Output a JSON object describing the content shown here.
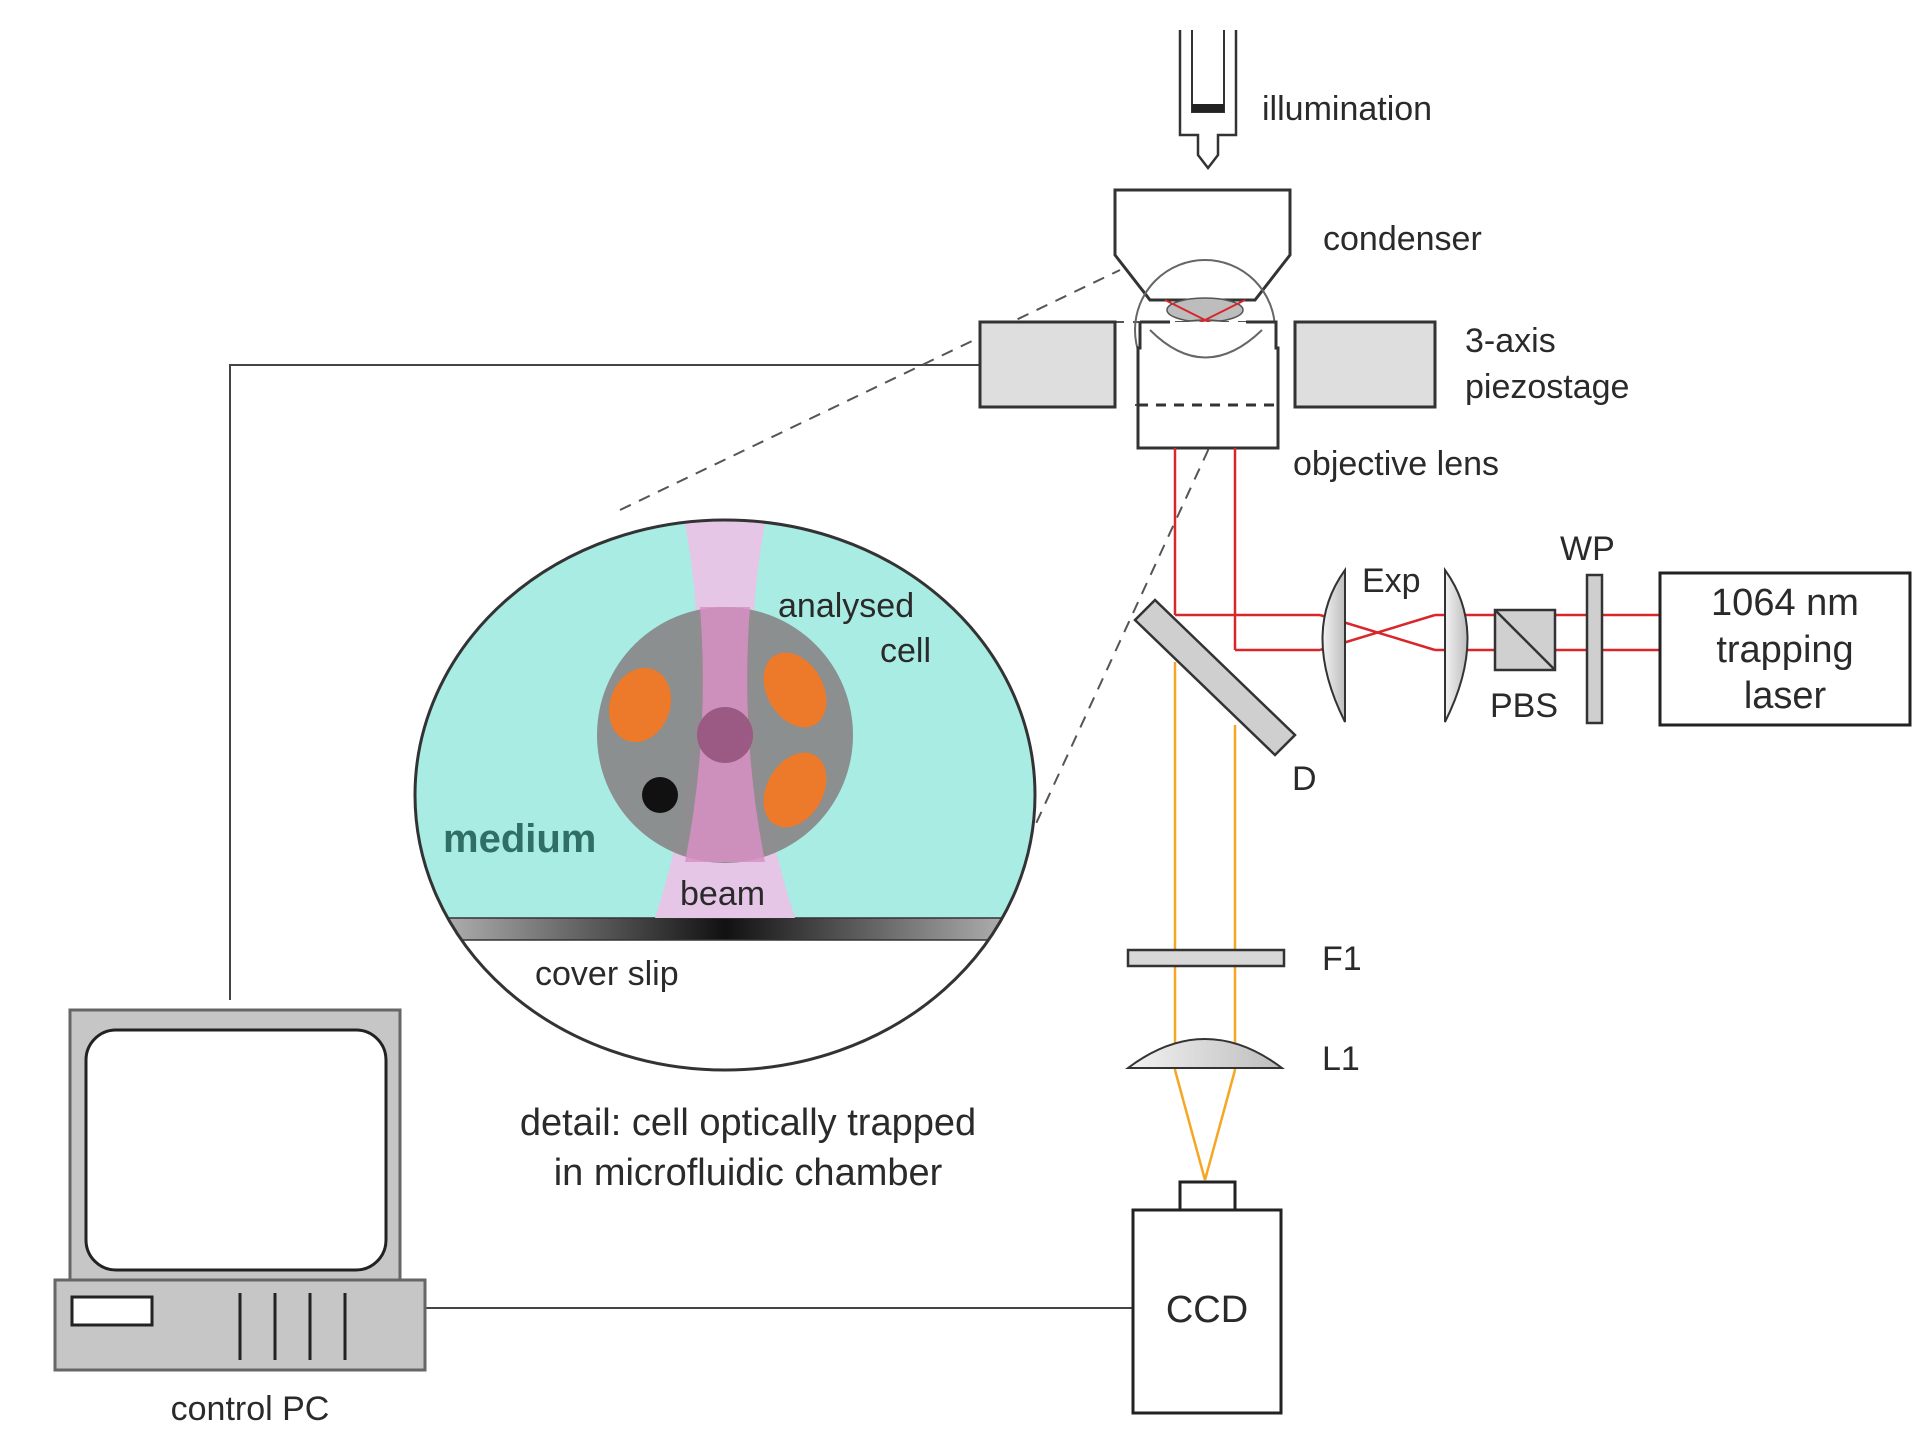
{
  "labels": {
    "illumination": "illumination",
    "condenser": "condenser",
    "piezostage_line1": "3-axis",
    "piezostage_line2": "piezostage",
    "objective_lens": "objective lens",
    "exp": "Exp",
    "wp": "WP",
    "pbs": "PBS",
    "laser_line1": "1064 nm",
    "laser_line2": "trapping",
    "laser_line3": "laser",
    "dichroic": "D",
    "filter": "F1",
    "lens": "L1",
    "ccd": "CCD",
    "control_pc": "control PC",
    "analysed_line1": "analysed",
    "analysed_line2": "cell",
    "medium": "medium",
    "beam": "beam",
    "cover_slip": "cover slip",
    "detail_line1": "detail: cell optically trapped",
    "detail_line2": "in microfluidic chamber"
  },
  "colors": {
    "laser_beam": "#d9262b",
    "imaging_light": "#f5a623",
    "medium": "#a8ece3",
    "beam_region": "#e6c6e6",
    "cell_body": "#8a8a8a",
    "organelles": "#ec7a2a",
    "nucleus": "#9a5a84",
    "component_fill": "#e0e0e0",
    "outline": "#333333"
  }
}
